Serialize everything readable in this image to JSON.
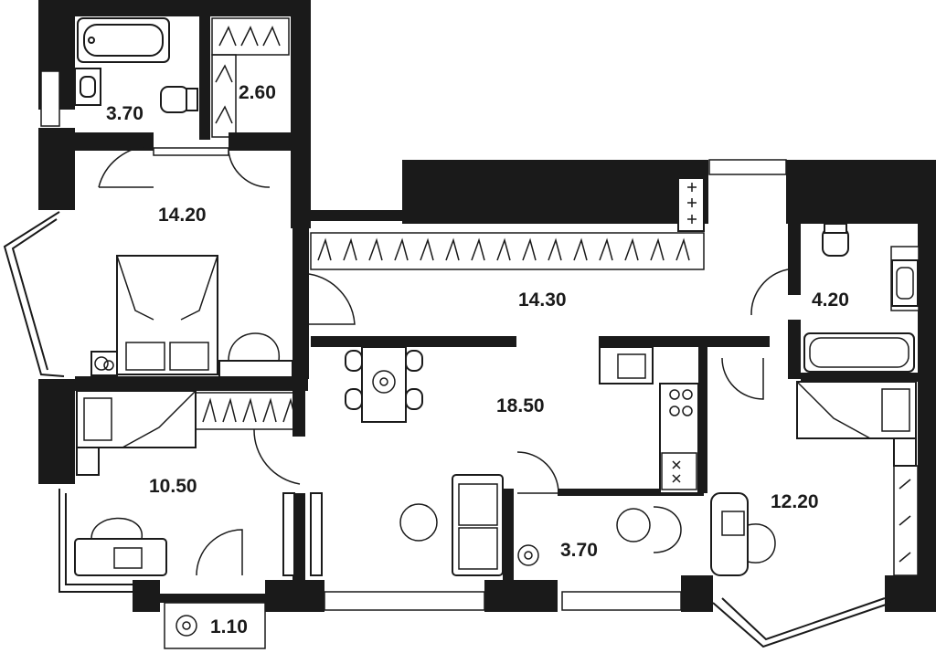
{
  "rooms": [
    {
      "id": "bath-1",
      "area": "3.70"
    },
    {
      "id": "closet",
      "area": "2.60"
    },
    {
      "id": "bedroom-1",
      "area": "14.20"
    },
    {
      "id": "hall",
      "area": "14.30"
    },
    {
      "id": "bath-2",
      "area": "4.20"
    },
    {
      "id": "living-kitchen",
      "area": "18.50"
    },
    {
      "id": "bedroom-2",
      "area": "10.50"
    },
    {
      "id": "bedroom-3",
      "area": "12.20"
    },
    {
      "id": "loggia",
      "area": "3.70"
    },
    {
      "id": "balcony",
      "area": "1.10"
    }
  ],
  "colors": {
    "wall": "#1a1a1a",
    "background": "#ffffff"
  }
}
